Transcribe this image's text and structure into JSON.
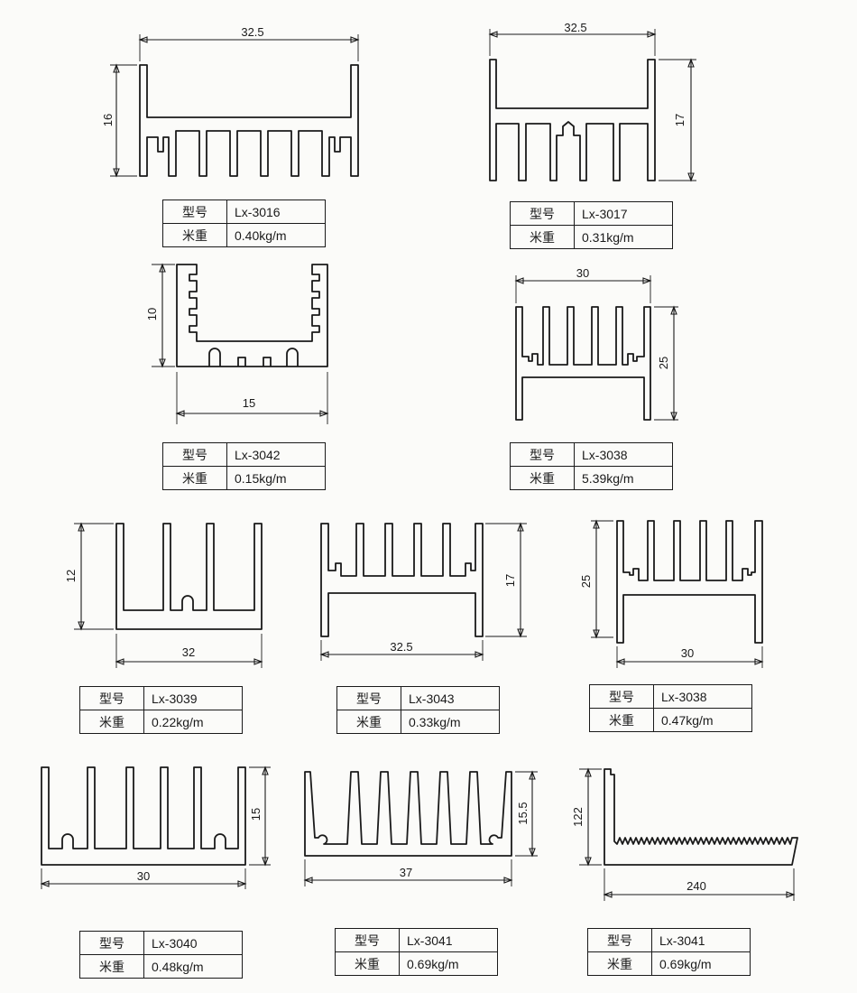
{
  "labels": {
    "model": "型号",
    "weight": "米重"
  },
  "profiles": [
    {
      "model": "Lx-3016",
      "weight": "0.40kg/m",
      "dims": [
        "32.5",
        "16"
      ]
    },
    {
      "model": "Lx-3017",
      "weight": "0.31kg/m",
      "dims": [
        "32.5",
        "17"
      ]
    },
    {
      "model": "Lx-3042",
      "weight": "0.15kg/m",
      "dims": [
        "10",
        "15"
      ]
    },
    {
      "model": "Lx-3038",
      "weight": "5.39kg/m",
      "dims": [
        "30",
        "25"
      ]
    },
    {
      "model": "Lx-3039",
      "weight": "0.22kg/m",
      "dims": [
        "12",
        "32"
      ]
    },
    {
      "model": "Lx-3043",
      "weight": "0.33kg/m",
      "dims": [
        "17",
        "32.5"
      ]
    },
    {
      "model": "Lx-3038",
      "weight": "0.47kg/m",
      "dims": [
        "25",
        "30"
      ]
    },
    {
      "model": "Lx-3040",
      "weight": "0.48kg/m",
      "dims": [
        "15",
        "30"
      ]
    },
    {
      "model": "Lx-3041",
      "weight": "0.69kg/m",
      "dims": [
        "15.5",
        "37"
      ]
    },
    {
      "model": "Lx-3041",
      "weight": "0.69kg/m",
      "dims": [
        "122",
        "240"
      ]
    }
  ]
}
